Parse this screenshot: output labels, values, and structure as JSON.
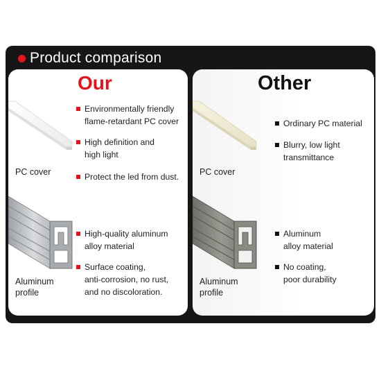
{
  "header": {
    "title": "Product comparison"
  },
  "colors": {
    "accent": "#e4141b",
    "frame": "#161616"
  },
  "our": {
    "heading": "Our",
    "pc_label": "PC cover",
    "profile_label_line1": "Aluminum",
    "profile_label_line2": "profile",
    "features": [
      {
        "line1": "Environmentally friendly",
        "line2": "flame-retardant PC cover"
      },
      {
        "line1": "High definition and",
        "line2": "high light"
      },
      {
        "line1": "Protect the led from dust.",
        "line2": ""
      },
      {
        "line1": "High-quality aluminum",
        "line2": "alloy material"
      },
      {
        "line1": "Surface coating,",
        "line2": "anti-corrosion, no rust,",
        "line3": "and no discoloration."
      }
    ]
  },
  "other": {
    "heading": "Other",
    "pc_label": "PC cover",
    "profile_label_line1": "Aluminum",
    "profile_label_line2": "profile",
    "features": [
      {
        "line1": "Ordinary PC material",
        "line2": ""
      },
      {
        "line1": "Blurry, low light",
        "line2": "transmittance"
      },
      {
        "line1": "Aluminum",
        "line2": "alloy material"
      },
      {
        "line1": "No coating,",
        "line2": "poor durability"
      }
    ]
  }
}
